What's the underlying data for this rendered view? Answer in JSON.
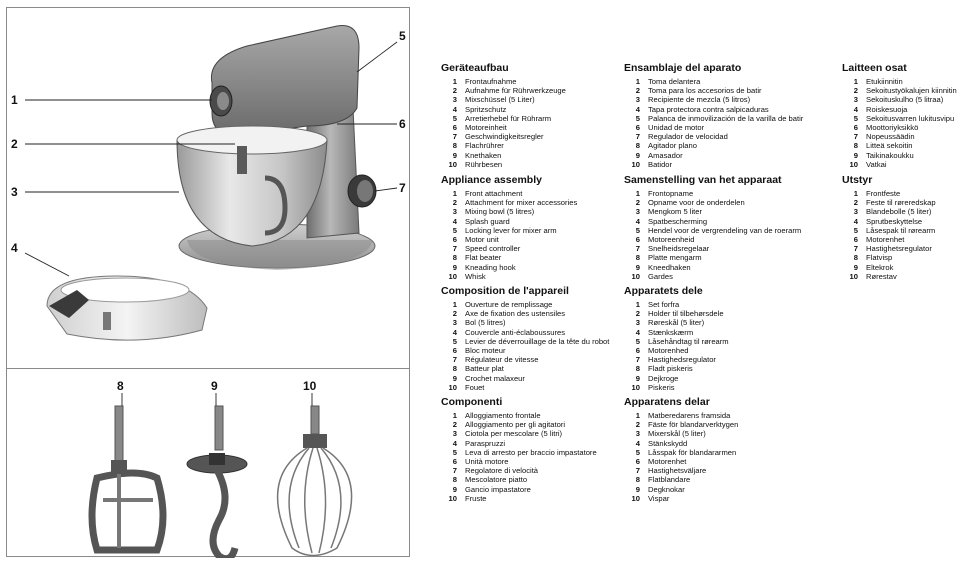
{
  "callouts": [
    "1",
    "2",
    "3",
    "4",
    "5",
    "6",
    "7",
    "8",
    "9",
    "10"
  ],
  "sections": [
    {
      "title": "Geräteaufbau",
      "items": [
        "Frontaufnahme",
        "Aufnahme für Rührwerkzeuge",
        "Mixschüssel (5 Liter)",
        "Spritzschutz",
        "Arretierhebel für Rührarm",
        "Motoreinheit",
        "Geschwindigkeitsregler",
        "Flachrührer",
        "Knethaken",
        "Rührbesen"
      ]
    },
    {
      "title": "Appliance assembly",
      "items": [
        "Front attachment",
        "Attachment for mixer accessories",
        "Mixing bowl (5 litres)",
        "Splash guard",
        "Locking lever for mixer arm",
        "Motor unit",
        "Speed controller",
        "Flat beater",
        "Kneading hook",
        "Whisk"
      ]
    },
    {
      "title": "Composition de l'appareil",
      "items": [
        "Ouverture de remplissage",
        "Axe de fixation des ustensiles",
        "Bol (5 litres)",
        "Couvercle anti-éclaboussures",
        "Levier de déverrouillage de la tête du robot",
        "Bloc moteur",
        "Régulateur de vitesse",
        "Batteur plat",
        "Crochet malaxeur",
        "Fouet"
      ]
    },
    {
      "title": "Componenti",
      "items": [
        "Alloggiamento frontale",
        "Alloggiamento per gli agitatori",
        "Ciotola per mescolare (5 litri)",
        "Paraspruzzi",
        "Leva di arresto per braccio impastatore",
        "Unità motore",
        "Regolatore di velocità",
        "Mescolatore piatto",
        "Gancio impastatore",
        "Fruste"
      ]
    },
    {
      "title": "Ensamblaje del aparato",
      "items": [
        "Toma delantera",
        "Toma para los accesorios de batir",
        "Recipiente de mezcla (5 litros)",
        "Tapa protectora contra salpicaduras",
        "Palanca de inmovilización de la varilla de batir",
        "Unidad de motor",
        "Regulador de velocidad",
        "Agitador plano",
        "Amasador",
        "Batidor"
      ]
    },
    {
      "title": "Samenstelling van het apparaat",
      "items": [
        "Frontopname",
        "Opname voor de onderdelen",
        "Mengkom 5 liter",
        "Spatbescherming",
        "Hendel voor de vergrendeling van de roerarm",
        "Motoreenheid",
        "Snelheidsregelaar",
        "Platte mengarm",
        "Kneedhaken",
        "Gardes"
      ]
    },
    {
      "title": "Apparatets dele",
      "items": [
        "Set forfra",
        "Holder til tilbehørsdele",
        "Røreskål (5 liter)",
        "Stænkskærm",
        "Låsehåndtag til rørearm",
        "Motorenhed",
        "Hastighedsregulator",
        "Fladt piskeris",
        "Dejkroge",
        "Piskeris"
      ]
    },
    {
      "title": "Apparatens delar",
      "items": [
        "Matberedarens framsida",
        "Fäste för blandarverktygen",
        "Mixerskål (5 liter)",
        "Stänkskydd",
        "Låsspak för blandararmen",
        "Motorenhet",
        "Hastighetsväljare",
        "Flatblandare",
        "Degknokar",
        "Vispar"
      ]
    },
    {
      "title": "Laitteen osat",
      "items": [
        "Etukiinnitin",
        "Sekoitustyökalujen kiinnitin",
        "Sekoituskulho (5 litraa)",
        "Roiskesuoja",
        "Sekoitusvarren lukitusvipu",
        "Moottoriyksikkö",
        "Nopeussäädin",
        "Litteä sekoitin",
        "Taikinakoukku",
        "Vatkai"
      ]
    },
    {
      "title": "Utstyr",
      "items": [
        "Frontfeste",
        "Feste til røreredskap",
        "Blandebolle (5 liter)",
        "Sprutbeskyttelse",
        "Låsespak til rørearm",
        "Motorenhet",
        "Hastighetsregulator",
        "Flatvisp",
        "Eltekrok",
        "Rørestav"
      ]
    }
  ]
}
